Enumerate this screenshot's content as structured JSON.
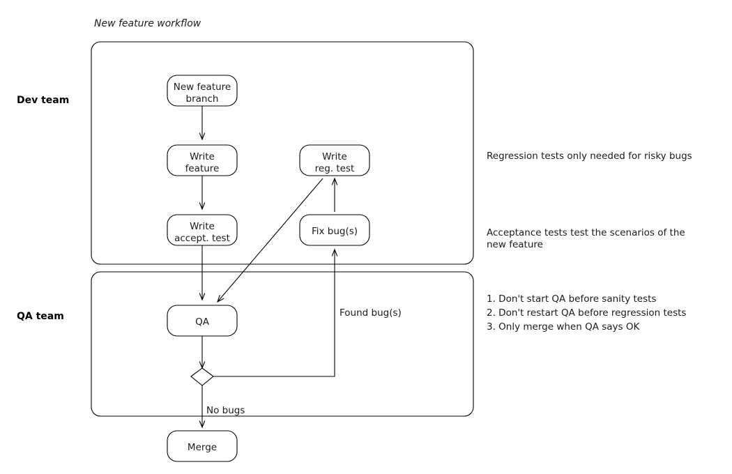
{
  "diagram": {
    "title": "New feature workflow",
    "lanes": [
      {
        "id": "dev",
        "label": "Dev team"
      },
      {
        "id": "qa",
        "label": "QA team"
      }
    ],
    "nodes": [
      {
        "id": "new-feature-branch",
        "line1": "New feature",
        "line2": "branch",
        "lane": "dev"
      },
      {
        "id": "write-feature",
        "line1": "Write",
        "line2": "feature",
        "lane": "dev"
      },
      {
        "id": "write-accept-test",
        "line1": "Write",
        "line2": "accept. test",
        "lane": "dev"
      },
      {
        "id": "write-reg-test",
        "line1": "Write",
        "line2": "reg. test",
        "lane": "dev"
      },
      {
        "id": "fix-bugs",
        "line1": "Fix bug(s)",
        "line2": "",
        "lane": "dev"
      },
      {
        "id": "qa",
        "line1": "QA",
        "line2": "",
        "lane": "qa"
      },
      {
        "id": "merge",
        "line1": "Merge",
        "line2": "",
        "lane": "none"
      }
    ],
    "edge_labels": {
      "found_bugs": "Found bug(s)",
      "no_bugs": "No bugs"
    },
    "notes": [
      {
        "id": "note-regression",
        "lines": [
          "Regression tests only needed for risky bugs"
        ]
      },
      {
        "id": "note-acceptance",
        "lines": [
          "Acceptance tests test the scenarios of the",
          "new feature"
        ]
      }
    ],
    "rules": [
      "1. Don't start QA before sanity tests",
      "2. Don't restart QA before regression tests",
      "3. Only merge when QA says OK"
    ],
    "colors": {
      "stroke": "#000000",
      "fill": "#ffffff",
      "text": "#1a1a1a",
      "background": "#ffffff"
    }
  }
}
